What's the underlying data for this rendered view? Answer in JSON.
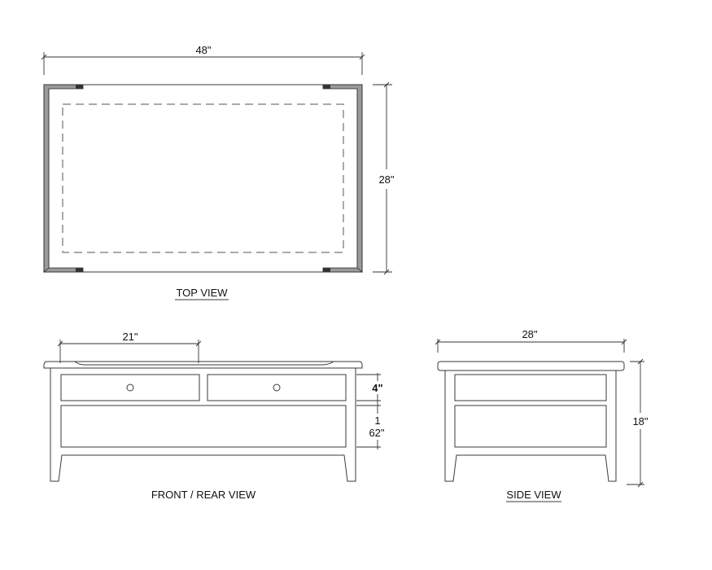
{
  "drawing": {
    "type": "furniture-shop-drawing",
    "subject": "two-drawer coffee table",
    "colors": {
      "line": "#3a3a3a",
      "background": "#ffffff",
      "corner_bracket_fill": "#9a9a9a"
    }
  },
  "views": {
    "top": {
      "label": "TOP VIEW",
      "label_underlined": true,
      "dimensions": {
        "width": "48\"",
        "depth": "28\""
      },
      "hidden_outline": "dashed inner apron outline",
      "corner_brackets": 4
    },
    "front": {
      "label": "FRONT / REAR VIEW",
      "label_underlined": false,
      "dimensions": {
        "drawer_width": "21\"",
        "drawer_height": "4\"",
        "lower_panel_height_numerator": "1",
        "lower_panel_height": "62\""
      },
      "drawers": [
        {
          "name": "left-drawer",
          "knob": "round"
        },
        {
          "name": "right-drawer",
          "knob": "round"
        }
      ]
    },
    "side": {
      "label": "SIDE VIEW",
      "label_underlined": true,
      "dimensions": {
        "depth": "28\"",
        "height": "18\""
      }
    }
  }
}
